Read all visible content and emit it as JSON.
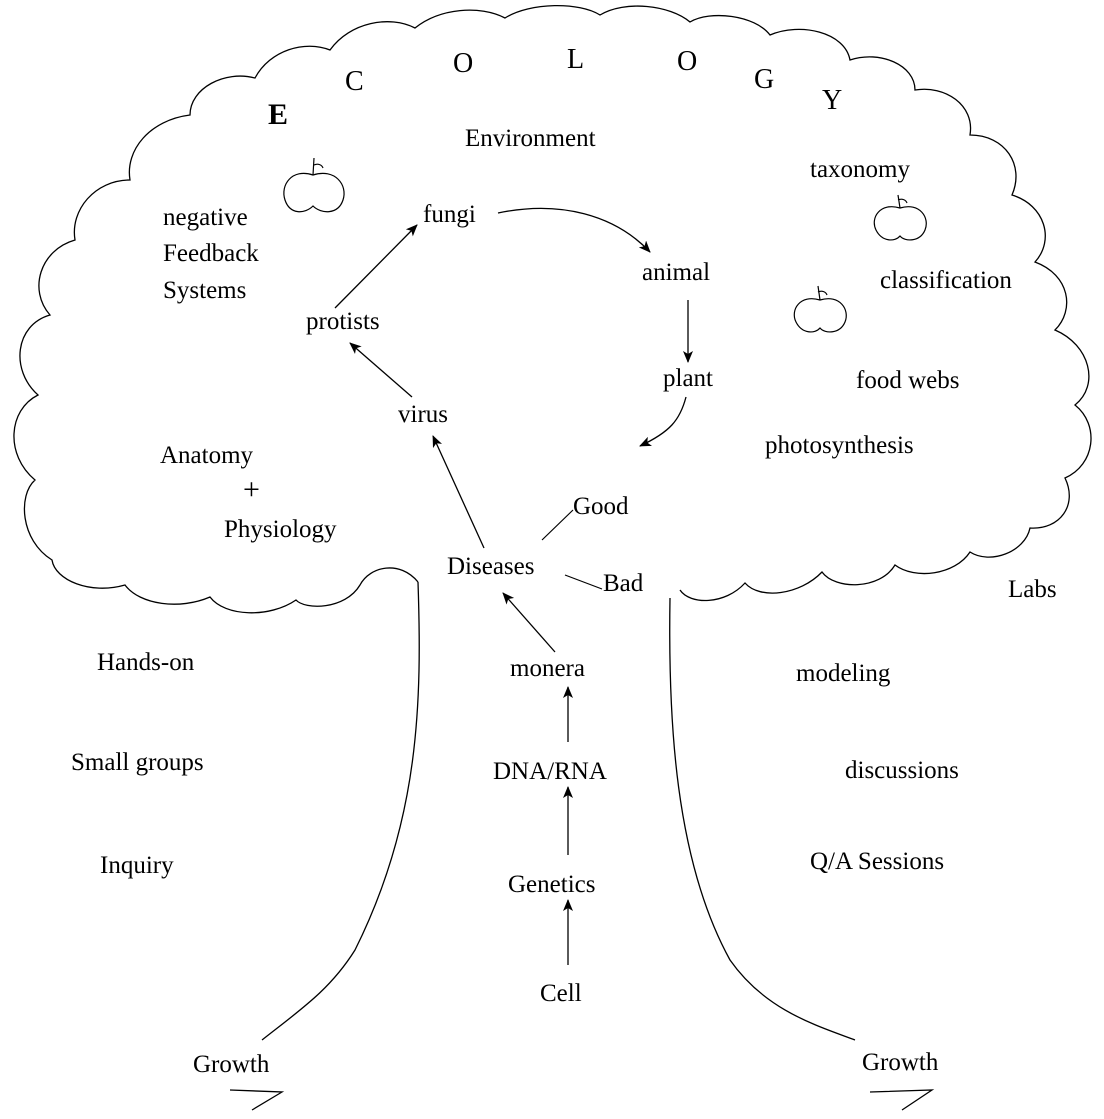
{
  "title_letters": [
    "E",
    "C",
    "O",
    "L",
    "O",
    "G",
    "Y"
  ],
  "canopy": {
    "environment": "Environment",
    "negative": "negative",
    "feedback": "Feedback",
    "systems": "Systems",
    "taxonomy": "taxonomy",
    "classification": "classification",
    "food_webs": "food webs",
    "photosynthesis": "photosynthesis",
    "anatomy": "Anatomy",
    "plus": "+",
    "physiology": "Physiology"
  },
  "cycle": {
    "fungi": "fungi",
    "animal": "animal",
    "plant": "plant",
    "protists": "protists",
    "virus": "virus",
    "good": "Good",
    "diseases": "Diseases",
    "bad": "Bad"
  },
  "trunk": {
    "monera": "monera",
    "dna_rna": "DNA/RNA",
    "genetics": "Genetics",
    "cell": "Cell"
  },
  "methods_left": {
    "hands_on": "Hands-on",
    "small_groups": "Small groups",
    "inquiry": "Inquiry"
  },
  "methods_right": {
    "labs": "Labs",
    "modeling": "modeling",
    "discussions": "discussions",
    "qa_sessions": "Q/A Sessions"
  },
  "roots": {
    "growth_left": "Growth",
    "growth_right": "Growth"
  }
}
